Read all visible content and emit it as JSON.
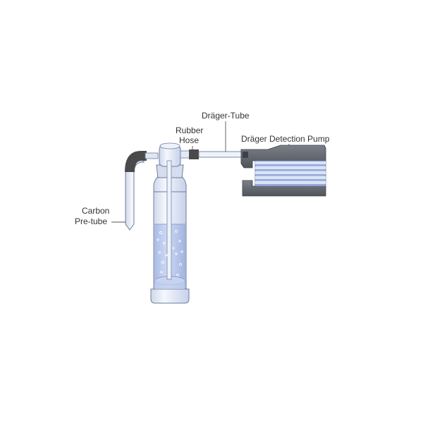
{
  "labels": {
    "drager_tube": "Dräger-Tube",
    "rubber_hose_line1": "Rubber",
    "rubber_hose_line2": "Hose",
    "detection_pump": "Dräger Detection Pump",
    "carbon_line1": "Carbon",
    "carbon_line2": "Pre-tube"
  },
  "colors": {
    "liquid": "#b9c8ec",
    "glass": "#e8edf7",
    "glass_outline": "#6f7d99",
    "rubber": "#4a4a4a",
    "pump_body": "#666b74",
    "pump_bellows": "#aebfe6",
    "leader_line": "#555555"
  }
}
